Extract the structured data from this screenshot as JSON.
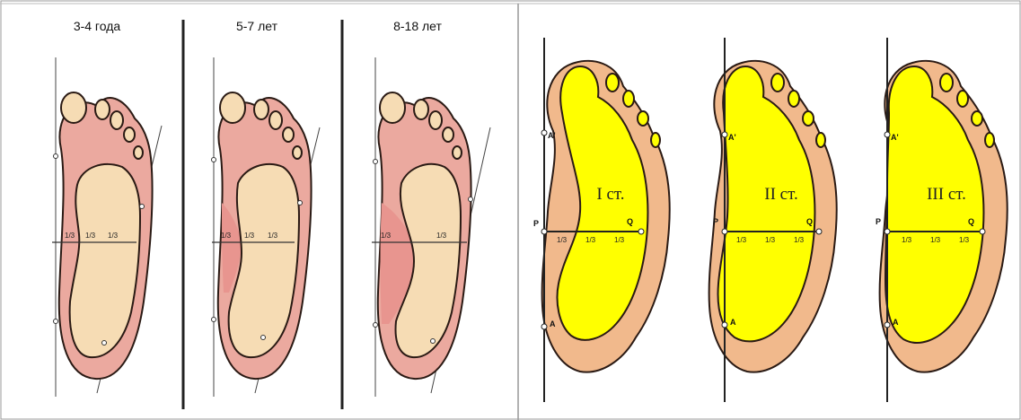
{
  "left_panel": {
    "columns": [
      {
        "title": "3-4 года",
        "thirds": [
          "1/3",
          "1/3",
          "1/3"
        ]
      },
      {
        "title": "5-7 лет",
        "thirds": [
          "1/3",
          "1/3",
          "1/3"
        ]
      },
      {
        "title": "8-18 лет",
        "thirds": [
          "1/3",
          "1/3"
        ]
      }
    ]
  },
  "right_panel": {
    "feet": [
      {
        "degree": "I ст.",
        "point_upper": "A'",
        "point_lower": "A",
        "point_left": "P",
        "point_right": "Q",
        "thirds": [
          "1/3",
          "1/3",
          "1/3"
        ]
      },
      {
        "degree": "II ст.",
        "point_upper": "A'",
        "point_lower": "A",
        "point_left": "P",
        "point_right": "Q",
        "thirds": [
          "1/3",
          "1/3",
          "1/3"
        ]
      },
      {
        "degree": "III ст.",
        "point_upper": "A'",
        "point_lower": "A",
        "point_left": "P",
        "point_right": "Q",
        "thirds": [
          "1/3",
          "1/3",
          "1/3"
        ]
      }
    ]
  },
  "colors": {
    "outer_foot_pink": "#eba99f",
    "insole_beige": "#f6dcb4",
    "arch_pink": "#e8958f",
    "outer_foot_tan": "#f1b98c",
    "print_yellow": "#ffff00",
    "outline": "#2a1a14",
    "panel_border": "#999999"
  }
}
